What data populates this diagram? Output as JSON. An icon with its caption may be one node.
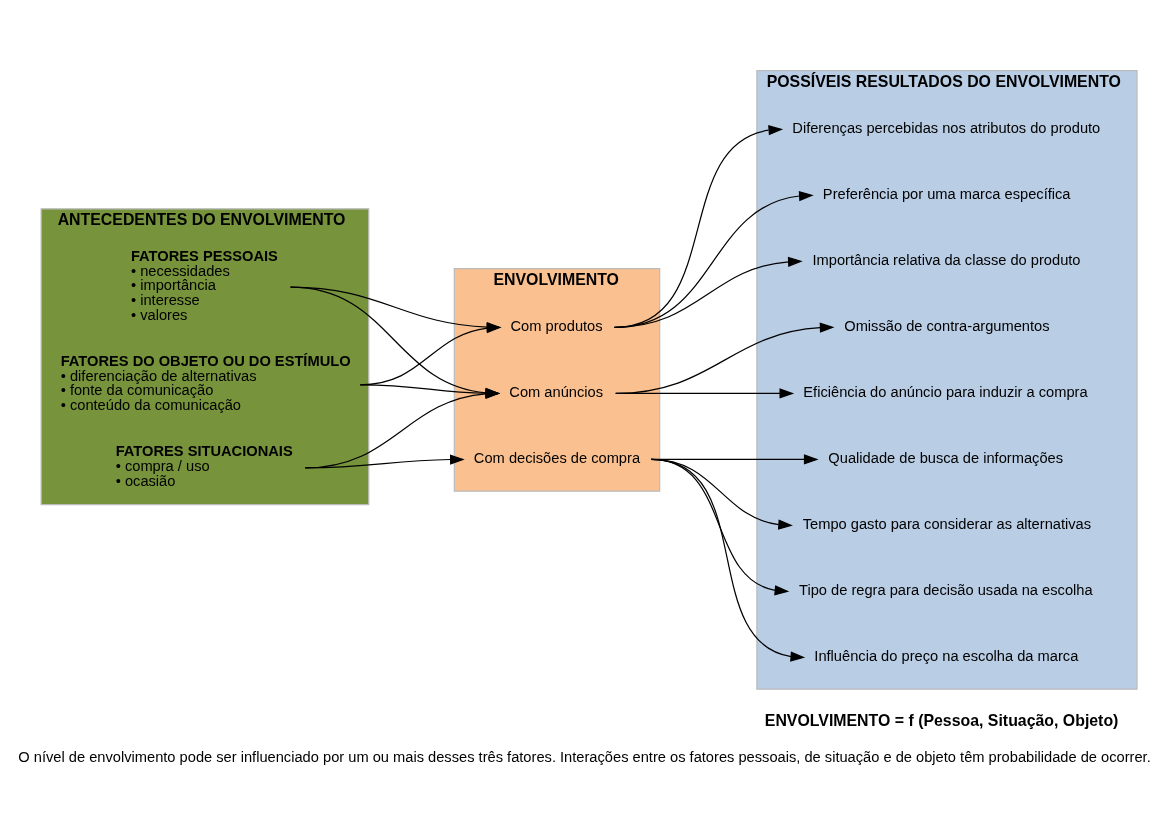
{
  "diagram": {
    "caption": "O nível de envolvimento pode ser influenciado por um ou mais desses três fatores. Interações entre os fatores pessoais, de situação e de objeto têm probabilidade de ocorrer.",
    "nodes": [
      {
        "text": [
          "ANTECEDENTES DO ENVOLVIMENTO"
        ]
      },
      {
        "text": [
          "FATORES PESSOAIS",
          "• necessidades",
          "• importância",
          "• interesse",
          "• valores"
        ],
        "in": 0
      },
      {
        "text": [
          "FATORES DO OBJETO OU DO ESTÍMULO",
          "• diferenciação de alternativas",
          "• fonte da comunicação",
          "• conteúdo da comunicação"
        ],
        "in": 0
      },
      {
        "text": [
          "FATORES SITUACIONAIS",
          "• compra / uso",
          "• ocasião"
        ],
        "in": 0
      },
      {
        "text": [
          "ENVOLVIMENTO"
        ]
      },
      {
        "text": [
          "Com anúncios"
        ],
        "in": 4
      },
      {
        "text": [
          "Com produtos"
        ],
        "in": 4
      },
      {
        "text": [
          "Com decisões de compra"
        ],
        "in": 4
      },
      {
        "text": [
          "POSSÍVEIS RESULTADOS DO ENVOLVIMENTO"
        ]
      },
      {
        "text": [
          "Omissão de contra-argumentos"
        ],
        "in": 8
      },
      {
        "text": [
          "Eficiência do anúncio para induzir a compra"
        ],
        "in": 8
      },
      {
        "text": [
          "Importância relativa da classe do produto"
        ],
        "in": 8
      },
      {
        "text": [
          "Diferenças percebidas nos atributos do produto"
        ],
        "in": 8
      },
      {
        "text": [
          "Preferência por uma marca específica"
        ],
        "in": 8
      },
      {
        "text": [
          "Influência do preço na escolha da marca"
        ],
        "in": 8
      },
      {
        "text": [
          "Qualidade de busca de informações"
        ],
        "in": 8
      },
      {
        "text": [
          "Tempo gasto para considerar as alternativas"
        ],
        "in": 8
      },
      {
        "text": [
          "Tipo de regra para decisão usada na escolha"
        ],
        "in": 8
      }
    ],
    "edges": [
      {
        "from": 1,
        "to": 5,
        "arrow": "to"
      },
      {
        "from": 1,
        "to": 6,
        "arrow": "to"
      },
      {
        "from": 2,
        "to": 5,
        "arrow": "to"
      },
      {
        "from": 2,
        "to": 6,
        "arrow": "to"
      },
      {
        "from": 3,
        "to": 5,
        "arrow": "to"
      },
      {
        "from": 3,
        "to": 7,
        "arrow": "to"
      },
      {
        "from": 5,
        "to": 9,
        "arrow": "to"
      },
      {
        "from": 5,
        "to": 10,
        "arrow": "to"
      },
      {
        "from": 6,
        "to": 11,
        "arrow": "to"
      },
      {
        "from": 6,
        "to": 12,
        "arrow": "to"
      },
      {
        "from": 6,
        "to": 13,
        "arrow": "to"
      },
      {
        "from": 7,
        "to": 14,
        "arrow": "to"
      },
      {
        "from": 7,
        "to": 15,
        "arrow": "to"
      },
      {
        "from": 7,
        "to": 16,
        "arrow": "to"
      },
      {
        "from": 7,
        "to": 17,
        "arrow": "to"
      }
    ],
    "labels": [
      "ENVOLVIMENTO = f (Pessoa, Situação, Objeto)"
    ]
  }
}
